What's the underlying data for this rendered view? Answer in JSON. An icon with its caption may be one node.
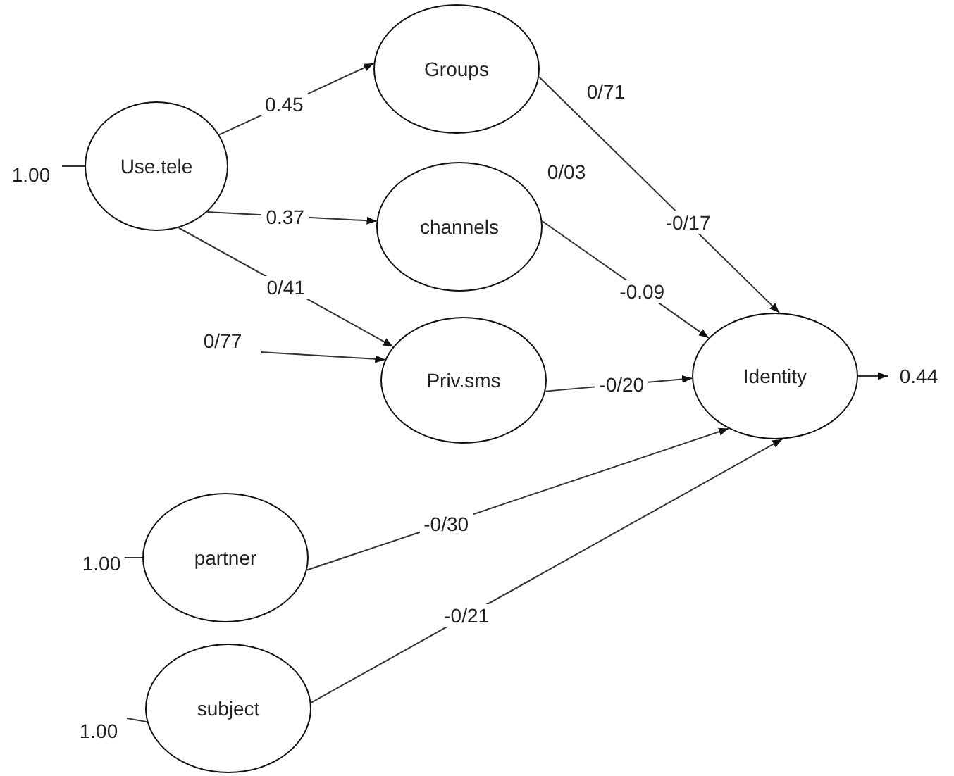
{
  "diagram": {
    "nodes": [
      {
        "text": [
          "Use.tele"
        ]
      },
      {
        "text": [
          "Groups"
        ],
        "beside": [
          "0/71"
        ]
      },
      {
        "text": [
          "channels"
        ],
        "beside": [
          "0/03"
        ]
      },
      {
        "text": [
          "Priv.sms"
        ]
      },
      {
        "text": [
          "Identity"
        ]
      },
      {
        "text": [
          "partner"
        ]
      },
      {
        "text": [
          "subject"
        ]
      }
    ],
    "edges": [
      {
        "from": 0,
        "to": 1,
        "arrow": "to",
        "label": "0.45"
      },
      {
        "from": 0,
        "to": 2,
        "arrow": "to",
        "label": "0.37"
      },
      {
        "from": 0,
        "to": 3,
        "arrow": "to",
        "label": "0/41"
      },
      {
        "from": null,
        "to": 3,
        "arrow": "to",
        "label": "0/77"
      },
      {
        "from": 1,
        "to": 4,
        "arrow": "to",
        "label": "-0/17"
      },
      {
        "from": 2,
        "to": 4,
        "arrow": "to",
        "label": "-0.09"
      },
      {
        "from": 3,
        "to": 4,
        "arrow": "to",
        "label": "-0/20"
      },
      {
        "from": 5,
        "to": 4,
        "arrow": "to",
        "label": "-0/30"
      },
      {
        "from": 6,
        "to": 4,
        "arrow": "to",
        "label": "-0/21"
      },
      {
        "from": 4,
        "to": null,
        "arrow": "to",
        "label": "0.44"
      },
      {
        "from": null,
        "to": 0,
        "arrow": "none",
        "label": "1.00"
      },
      {
        "from": null,
        "to": 5,
        "arrow": "none",
        "label": "1.00"
      },
      {
        "from": null,
        "to": 6,
        "arrow": "none",
        "label": "1.00"
      }
    ]
  }
}
